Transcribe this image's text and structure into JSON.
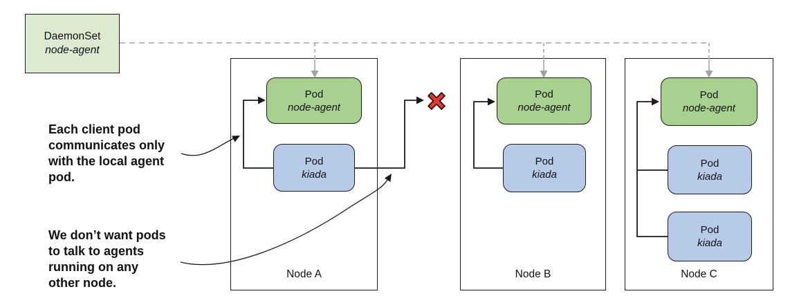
{
  "diagram": {
    "daemonset": {
      "kind": "DaemonSet",
      "name": "node-agent"
    },
    "annotations": {
      "local_only": {
        "lines": [
          "Each client pod",
          "communicates only",
          "with the local agent",
          "pod."
        ]
      },
      "no_cross_node": {
        "lines": [
          "We don’t want pods",
          "to talk to agents",
          "running on any",
          "other node."
        ]
      }
    },
    "nodes": [
      {
        "label": "Node A",
        "agent_pod": {
          "kind": "Pod",
          "name": "node-agent"
        },
        "client_pods": [
          {
            "kind": "Pod",
            "name": "kiada"
          }
        ]
      },
      {
        "label": "Node B",
        "agent_pod": {
          "kind": "Pod",
          "name": "node-agent"
        },
        "client_pods": [
          {
            "kind": "Pod",
            "name": "kiada"
          }
        ]
      },
      {
        "label": "Node C",
        "agent_pod": {
          "kind": "Pod",
          "name": "node-agent"
        },
        "client_pods": [
          {
            "kind": "Pod",
            "name": "kiada"
          },
          {
            "kind": "Pod",
            "name": "kiada"
          }
        ]
      }
    ],
    "icons": {
      "forbidden_x": "red-x-icon",
      "daemonset_schedule_arrow": "gray-dashed-arrow"
    },
    "colors": {
      "agent_pod_fill": "#a8d08f",
      "client_pod_fill": "#b7cbe9",
      "daemonset_fill": "#dcead2",
      "node_fill": "#ffffff",
      "line": "#1a1a1a",
      "dashed_link": "#a3a3a3",
      "forbidden_x_fill": "#e8362c"
    }
  }
}
